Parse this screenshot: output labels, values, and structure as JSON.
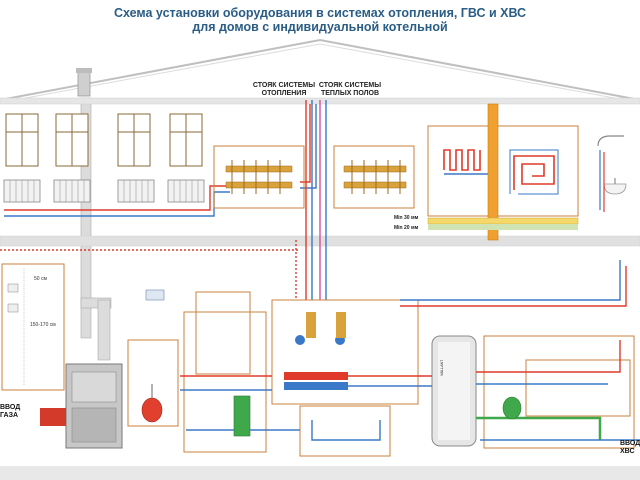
{
  "title": {
    "line1": "Схема установки оборудования в системах отопления, ГВС и ХВС",
    "line2": "для домов с индивидуальной котельной"
  },
  "risers": {
    "heating": "СТОЯК СИСТЕМЫ\nОТОПЛЕНИЯ",
    "floor": "СТОЯК СИСТЕМЫ\nТЕПЛЫХ ПОЛОВ"
  },
  "floor_labels": {
    "min30": "Min 30 мм",
    "min20": "Min 20 мм"
  },
  "boiler_room": {
    "dist_50": "50 см",
    "dist_150": "150-170 см",
    "gas_input": "ВВОД\nГАЗА",
    "water_input": "ВВОД\nХВС",
    "boiler_brand": "VAILLANT"
  },
  "colors": {
    "title": "#2a5d86",
    "hot_pipe": "#e03a2a",
    "cold_pipe": "#3a78c8",
    "floor_pipe": "#d94f9a",
    "outline": "#c8823c",
    "green_pipe": "#3fa84a",
    "grey_pipe": "#9a9a9a",
    "wall": "#d8d8d8"
  },
  "icons": [
    "chimney-icon",
    "radiator-icon",
    "manifold-icon",
    "pump-icon",
    "expansion-tank-icon",
    "boiler-icon",
    "water-heater-icon",
    "filter-icon",
    "sink-icon",
    "shower-icon"
  ]
}
